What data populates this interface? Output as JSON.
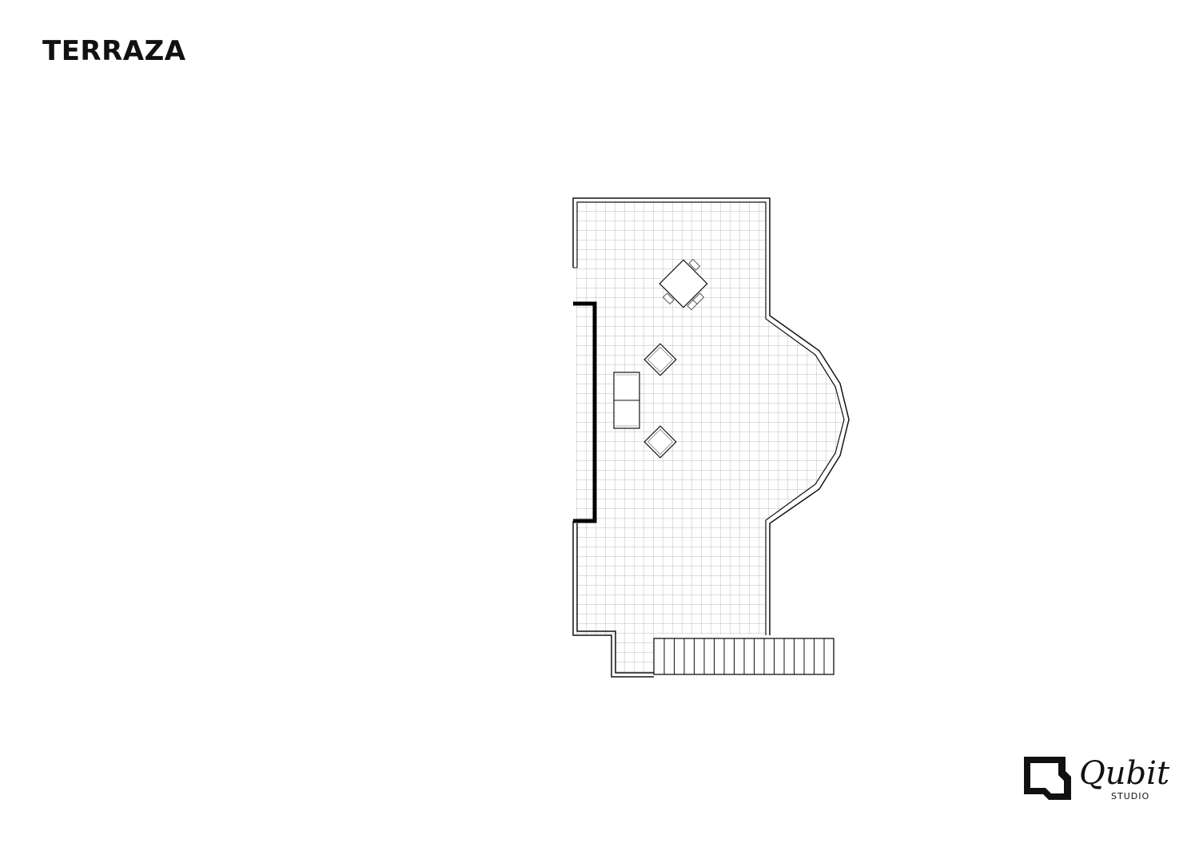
{
  "title": "TERRAZA",
  "logo": {
    "name": "Qubit",
    "sub": "STUDIO"
  },
  "colors": {
    "line": "#111111",
    "grid": "#bbbbbb"
  }
}
